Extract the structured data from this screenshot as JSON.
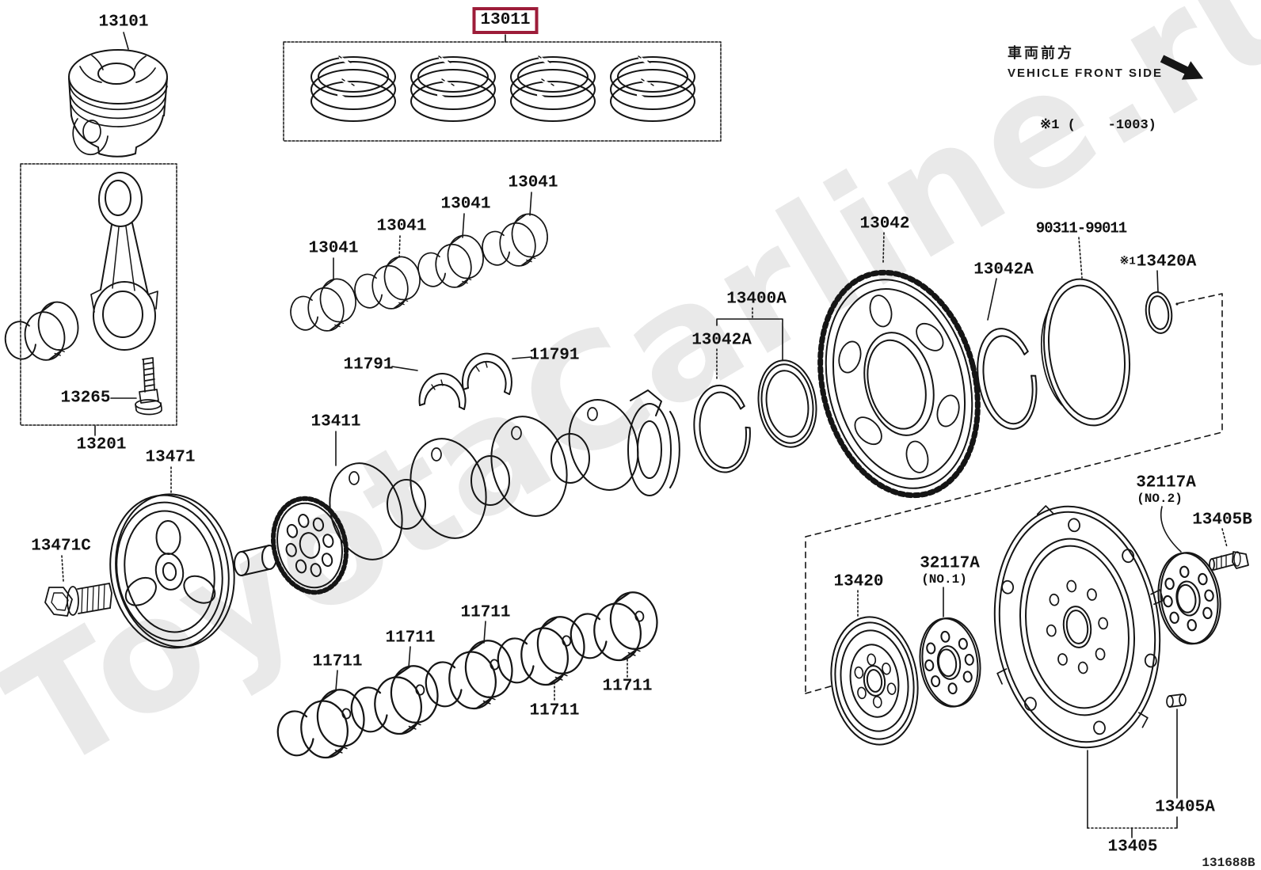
{
  "watermark": "ToyotaCarline.ru",
  "diagram_code": "131688B",
  "direction": {
    "jp": "車両前方",
    "en": "VEHICLE FRONT SIDE"
  },
  "note": "※1 (    -1003)",
  "note_ref": "※1",
  "highlight_color": "#9d1c39",
  "parts": {
    "piston": "13101",
    "piston_ring_set": "13011",
    "rod_bearing": "13041",
    "thrust_washer": "11791",
    "rod_bolt": "13265",
    "connecting_rod_subassy": "13201",
    "crankshaft_pulley": "13471",
    "pulley_bolt": "13471C",
    "crankshaft": "13411",
    "main_bearing": "11711",
    "sensor_plate_set": "13400A",
    "crank_angle_ring": "13042A",
    "drive_plate_ring_gear": "13042",
    "oil_seal": "90311-99011",
    "ring_13420a": "13420A",
    "damper_pulley": "13420",
    "spacer": "32117A",
    "spacer_no1": "(NO.1)",
    "spacer_no2": "(NO.2)",
    "drive_plate_bolt": "13405B",
    "pin": "13405A",
    "drive_plate_assy": "13405"
  }
}
